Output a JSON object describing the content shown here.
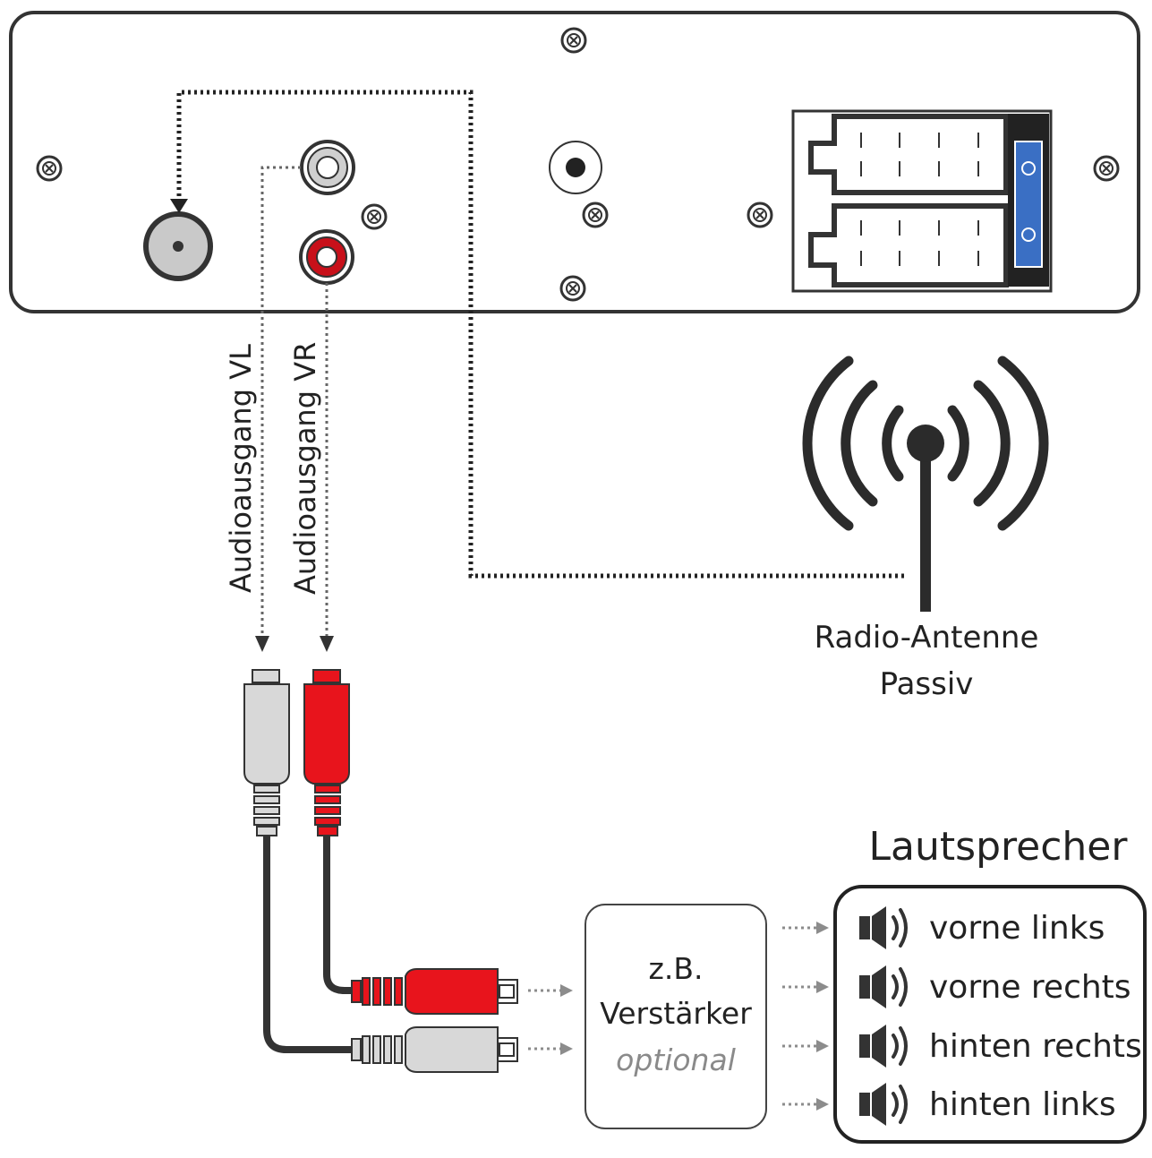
{
  "labels": {
    "audio_vl": "Audioausgang VL",
    "audio_vr": "Audioausgang VR",
    "antenna_line1": "Radio-Antenne",
    "antenna_line2": "Passiv",
    "speakers_title": "Lautsprecher",
    "amp_line1": "z.B.",
    "amp_line2": "Verstärker",
    "amp_line3": "optional"
  },
  "speakers": [
    {
      "label": "vorne links"
    },
    {
      "label": "vorne rechts"
    },
    {
      "label": "hinten rechts"
    },
    {
      "label": "hinten links"
    }
  ],
  "colors": {
    "outline": "#333333",
    "rca_white": "#d8d8d8",
    "rca_red": "#e8141c",
    "connector_blue": "#3a6fc4",
    "optional_text": "#8a8a8a",
    "arrow_gray": "#8c8c8c"
  },
  "icons": [
    "screw-icon",
    "antenna-signal-icon",
    "speaker-icon"
  ]
}
